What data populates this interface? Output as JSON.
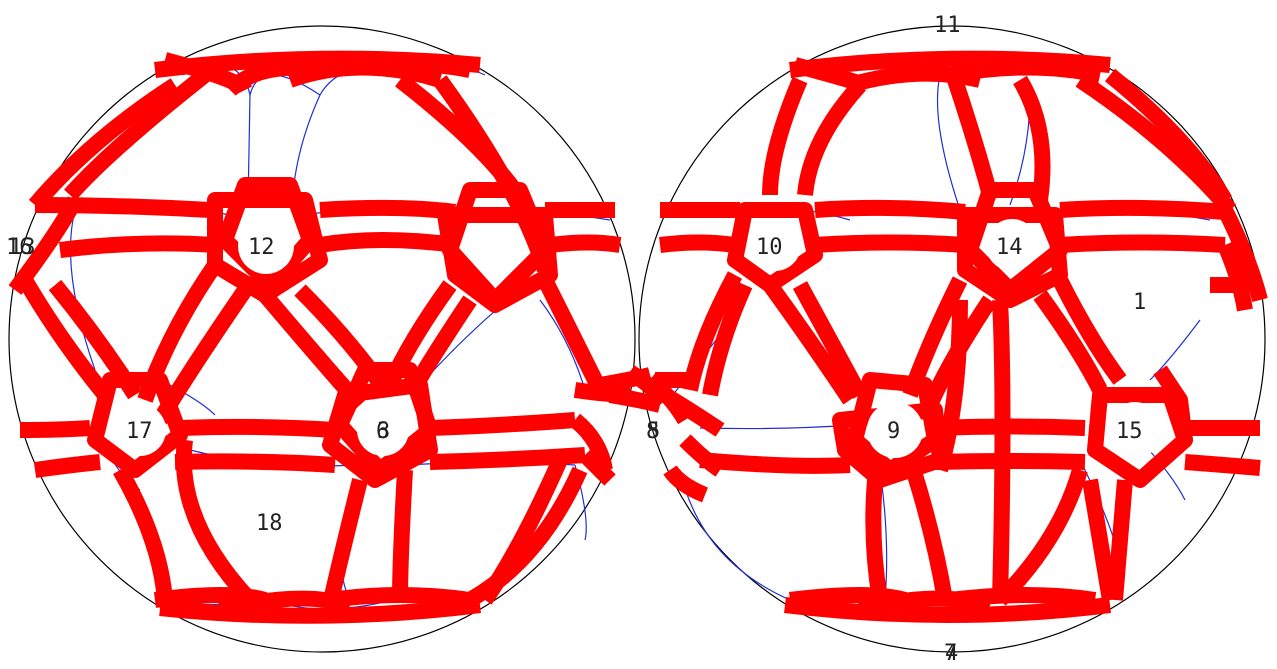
{
  "colors": {
    "background": "#ffffff",
    "circle": "#000000",
    "edge": "#1f2fd6",
    "band": "#ff0000",
    "label": "#222222"
  },
  "labels": {
    "l1": "1",
    "l3": "3",
    "l4": "4",
    "l5": "5",
    "l6": "6",
    "l7": "7",
    "l8": "8",
    "l9": "9",
    "l10": "10",
    "l11": "11",
    "l12": "12",
    "l13": "13",
    "l14": "14",
    "l15": "15",
    "l16": "16",
    "l17": "17",
    "l18": "18"
  }
}
